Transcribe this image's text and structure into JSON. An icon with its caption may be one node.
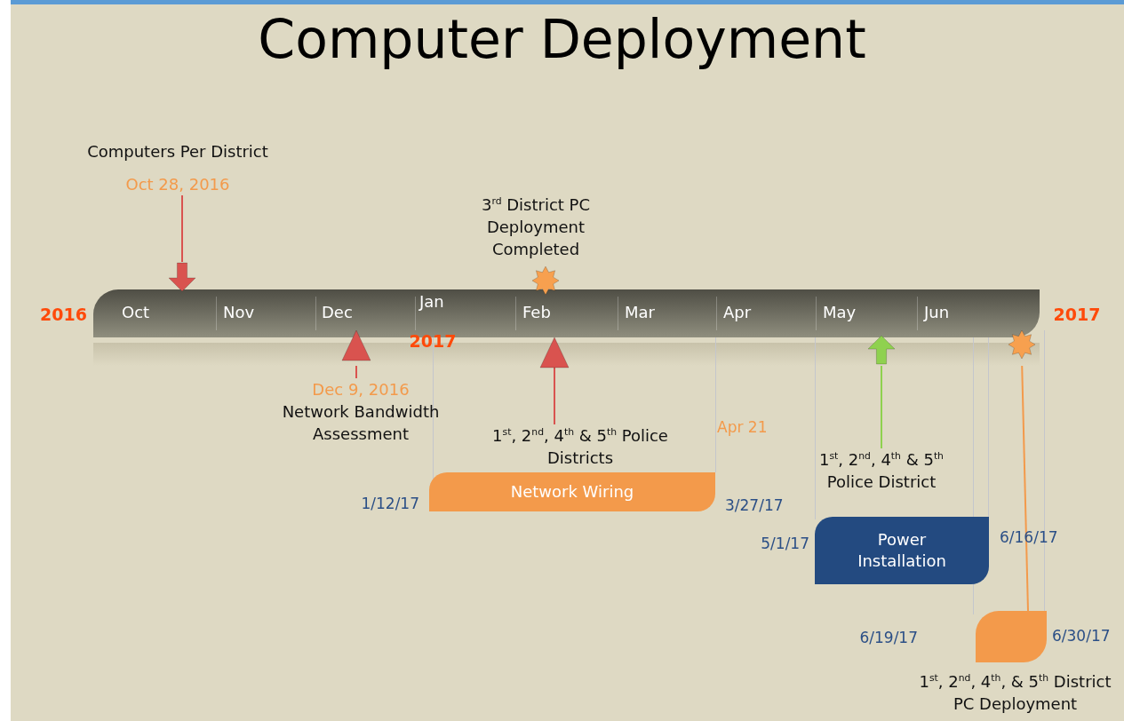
{
  "diagram": {
    "title": "Computer Deployment",
    "nodes": [
      {
        "text": [
          "Oct",
          "Nov",
          "Dec",
          "Jan",
          "Feb",
          "Mar",
          "Apr",
          "May",
          "Jun"
        ]
      },
      {
        "text": [
          "Computers Per District",
          "Oct 28, 2016"
        ]
      },
      {
        "text": [],
        "shape": "arrow"
      },
      {
        "text": [
          "3$^{rd}$ District PC Deployment Completed"
        ]
      },
      {
        "text": [],
        "shape": "star"
      },
      {
        "text": [],
        "shape": "triangle"
      },
      {
        "text": [
          "Dec 9, 2016",
          "Network Bandwidth Assessment"
        ]
      },
      {
        "text": [],
        "shape": "triangle"
      },
      {
        "text": [
          "1$^{st}$, 2$^{nd}$, 4$^{th}$ & 5$^{th}$ Police Districts"
        ]
      },
      {
        "text": [
          "Network Wiring"
        ],
        "beside": [
          "1/12/17",
          "3/27/17"
        ]
      },
      {
        "text": [],
        "shape": "arrow"
      },
      {
        "text": [
          "1$^{st}$, 2$^{nd}$, 4$^{th}$ & 5$^{th}$ Police District"
        ]
      },
      {
        "text": [
          "Power Installation"
        ],
        "beside": [
          "5/1/17",
          "6/16/17"
        ]
      },
      {
        "text": [],
        "shape": "star"
      },
      {
        "text": [
          "1$^{st}$, 2$^{nd}$, 4$^{th}$, & 5$^{th}$ District PC Deployment"
        ],
        "beside": [
          "6/19/17",
          "6/30/17"
        ]
      }
    ],
    "edges": [
      {
        "from": 1,
        "to": 2,
        "arrow": "none"
      },
      {
        "from": 6,
        "to": 5,
        "arrow": "none"
      },
      {
        "from": 8,
        "to": 7,
        "arrow": "none"
      },
      {
        "from": 11,
        "to": 10,
        "arrow": "none",
        "color": "#8fd14f"
      },
      {
        "from": 13,
        "to": 14,
        "arrow": "none",
        "color": "#f39a4b"
      }
    ],
    "labels": [
      "2016",
      "2017",
      "2017",
      "Apr 21"
    ]
  }
}
